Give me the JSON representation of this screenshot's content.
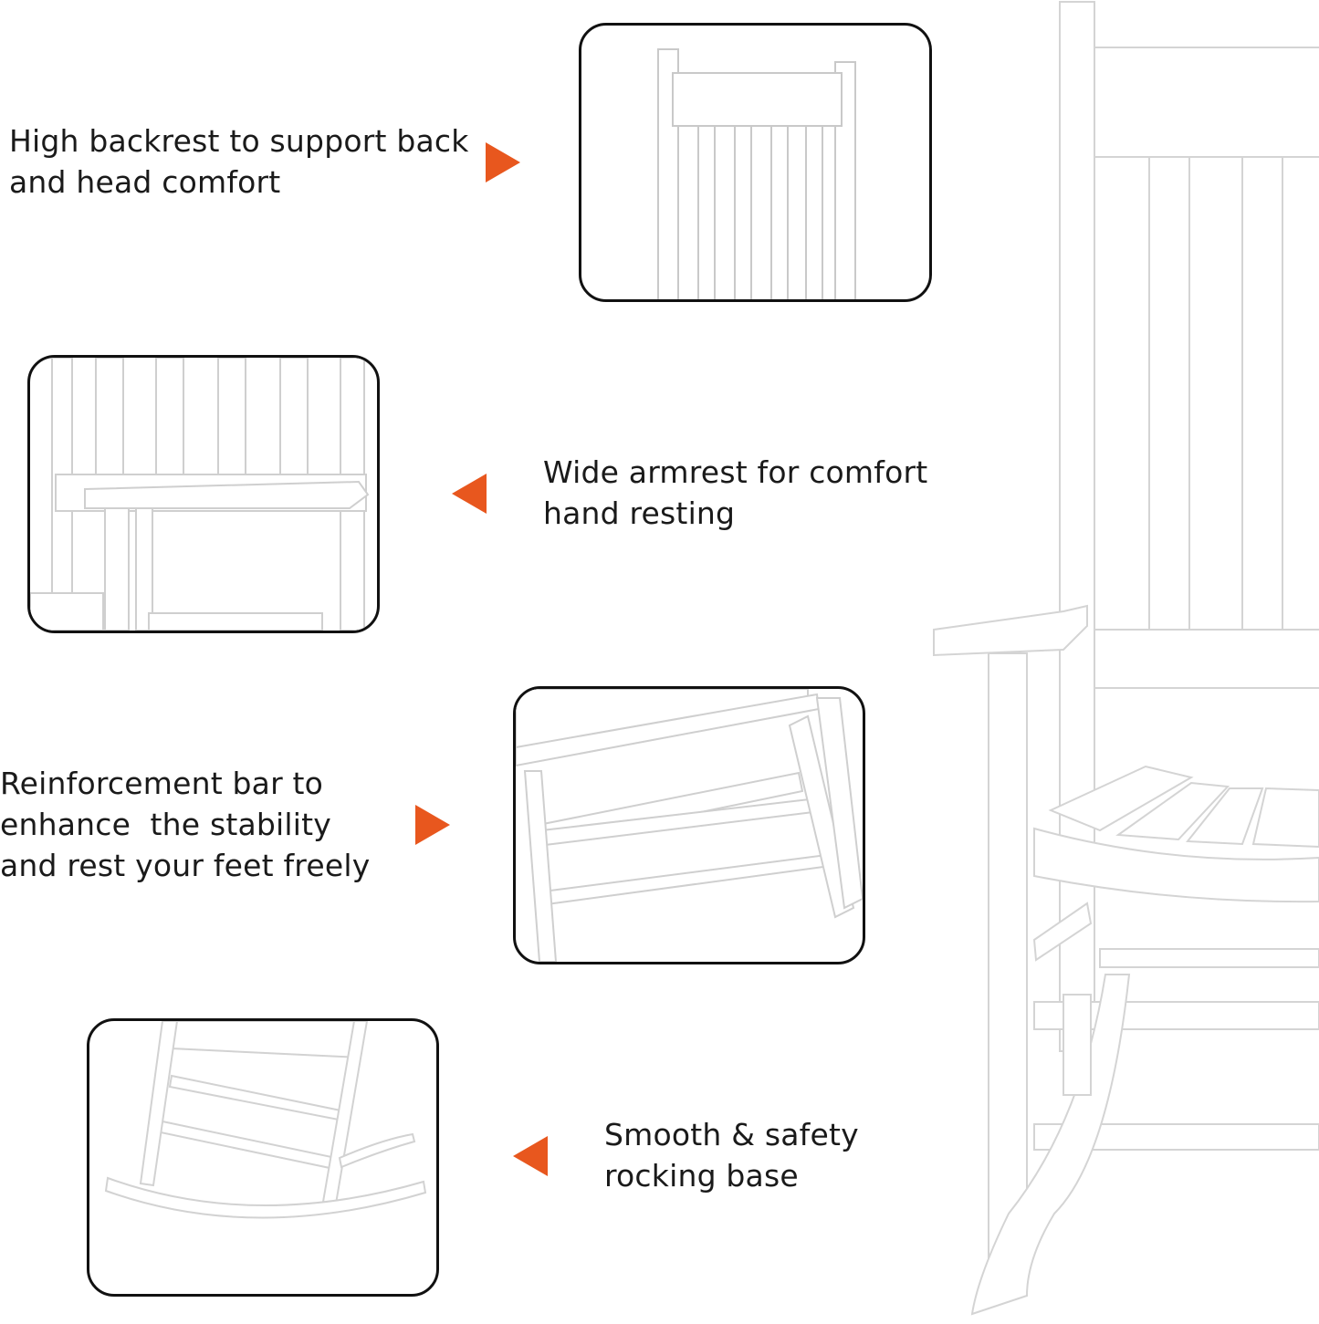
{
  "accent_color": "#e8571e",
  "chair_color": "#ffffff",
  "features": [
    {
      "lines": [
        "High backrest to support back",
        "and head comfort"
      ],
      "arrow": "right-arrow",
      "detail": "backrest"
    },
    {
      "lines": [
        "Wide armrest for comfort",
        "hand resting"
      ],
      "arrow": "left-arrow",
      "detail": "armrest"
    },
    {
      "lines": [
        "Reinforcement bar to",
        "enhance  the stability",
        "and rest your feet freely"
      ],
      "arrow": "right-arrow",
      "detail": "reinforcement-bar"
    },
    {
      "lines": [
        "Smooth & safety",
        "rocking base"
      ],
      "arrow": "left-arrow",
      "detail": "rocking-base"
    }
  ]
}
